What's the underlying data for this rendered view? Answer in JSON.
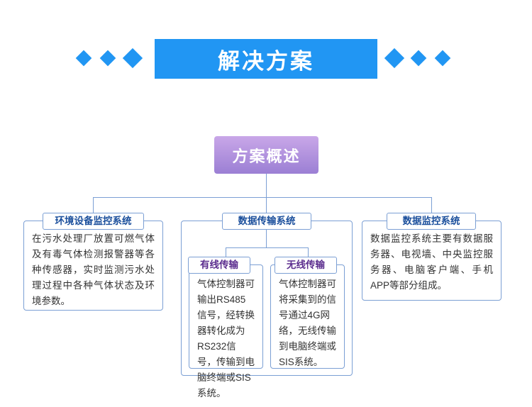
{
  "header": {
    "title": "解决方案",
    "banner_color": "#2196f3",
    "diamond_count_left": 3,
    "diamond_count_right": 3
  },
  "overview": {
    "label": "方案概述",
    "gradient_from": "#c9a7e8",
    "gradient_to": "#9b7fd4"
  },
  "nodes": {
    "env": {
      "title": "环境设备监控系统",
      "body": "在污水处理厂放置可燃气体及有毒气体检测报警器等各种传感器，实时监测污水处理过程中各种气体状态及环境参数。"
    },
    "transmission": {
      "title": "数据传输系统"
    },
    "wired": {
      "title": "有线传输",
      "body": "气体控制器可输出RS485信号，经转换器转化成为RS232信号，传输到电脑终端或SIS系统。"
    },
    "wireless": {
      "title": "无线传输",
      "body": "气体控制器可将采集到的信号通过4G网络，无线传输到电脑终端或SIS系统。"
    },
    "monitor": {
      "title": "数据监控系统",
      "body": "数据监控系统主要有数据服务器、电视墙、中央监控服务器、电脑客户端、手机APP等部分组成。"
    }
  },
  "colors": {
    "border": "#7b9fd4",
    "accent_blue": "#2196f3",
    "title_blue": "#1b4f9c",
    "title_purple": "#5b2d8e",
    "text": "#333333"
  }
}
